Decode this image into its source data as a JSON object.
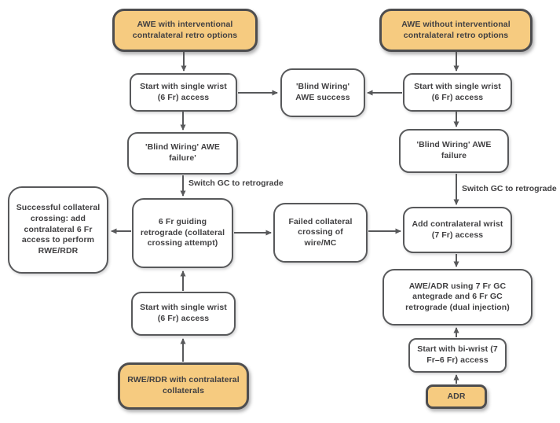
{
  "diagram_type": "flowchart",
  "colors": {
    "highlight_fill": "#F6CB80",
    "highlight_border": "#4D4D4F",
    "box_border": "#58595B",
    "text": "#414042",
    "arrow": "#58595B",
    "background": "#FFFFFF"
  },
  "nodes": {
    "awe_with": {
      "label": "AWE with interventional contralateral retro options",
      "type": "highlight"
    },
    "awe_without": {
      "label": "AWE without interventional contralateral retro options",
      "type": "highlight"
    },
    "start_single_left": {
      "label": "Start with single wrist (6 Fr) access",
      "type": "plain"
    },
    "blind_success": {
      "label": "'Blind Wiring' AWE success",
      "type": "plain"
    },
    "start_single_right": {
      "label": "Start with single wrist (6 Fr) access",
      "type": "plain"
    },
    "blind_failure_left": {
      "label": "'Blind Wiring' AWE failure'",
      "type": "plain"
    },
    "blind_failure_right": {
      "label": "'Blind Wiring' AWE failure",
      "type": "plain"
    },
    "successful_collateral": {
      "label": "Successful collateral crossing: add contralateral 6 Fr access to perform RWE/RDR",
      "type": "plain"
    },
    "guiding_retrograde": {
      "label": "6 Fr guiding retrograde (collateral crossing attempt)",
      "type": "plain"
    },
    "failed_collateral": {
      "label": "Failed collateral crossing of wire/MC",
      "type": "plain"
    },
    "add_contralateral": {
      "label": "Add contralateral wrist (7 Fr) access",
      "type": "plain"
    },
    "awe_adr": {
      "label": "AWE/ADR using 7 Fr GC antegrade and 6 Fr GC retrograde (dual injection)",
      "type": "plain"
    },
    "bi_wrist": {
      "label": "Start with bi-wrist (7 Fr–6 Fr) access",
      "type": "plain"
    },
    "adr": {
      "label": "ADR",
      "type": "highlight"
    },
    "start_single_bottom": {
      "label": "Start with single wrist (6 Fr) access",
      "type": "plain"
    },
    "rwe_rdr": {
      "label": "RWE/RDR with contralateral collaterals",
      "type": "highlight"
    }
  },
  "edge_labels": {
    "switch_gc_left": "Switch GC to retrograde",
    "switch_gc_right": "Switch GC to retrograde"
  }
}
